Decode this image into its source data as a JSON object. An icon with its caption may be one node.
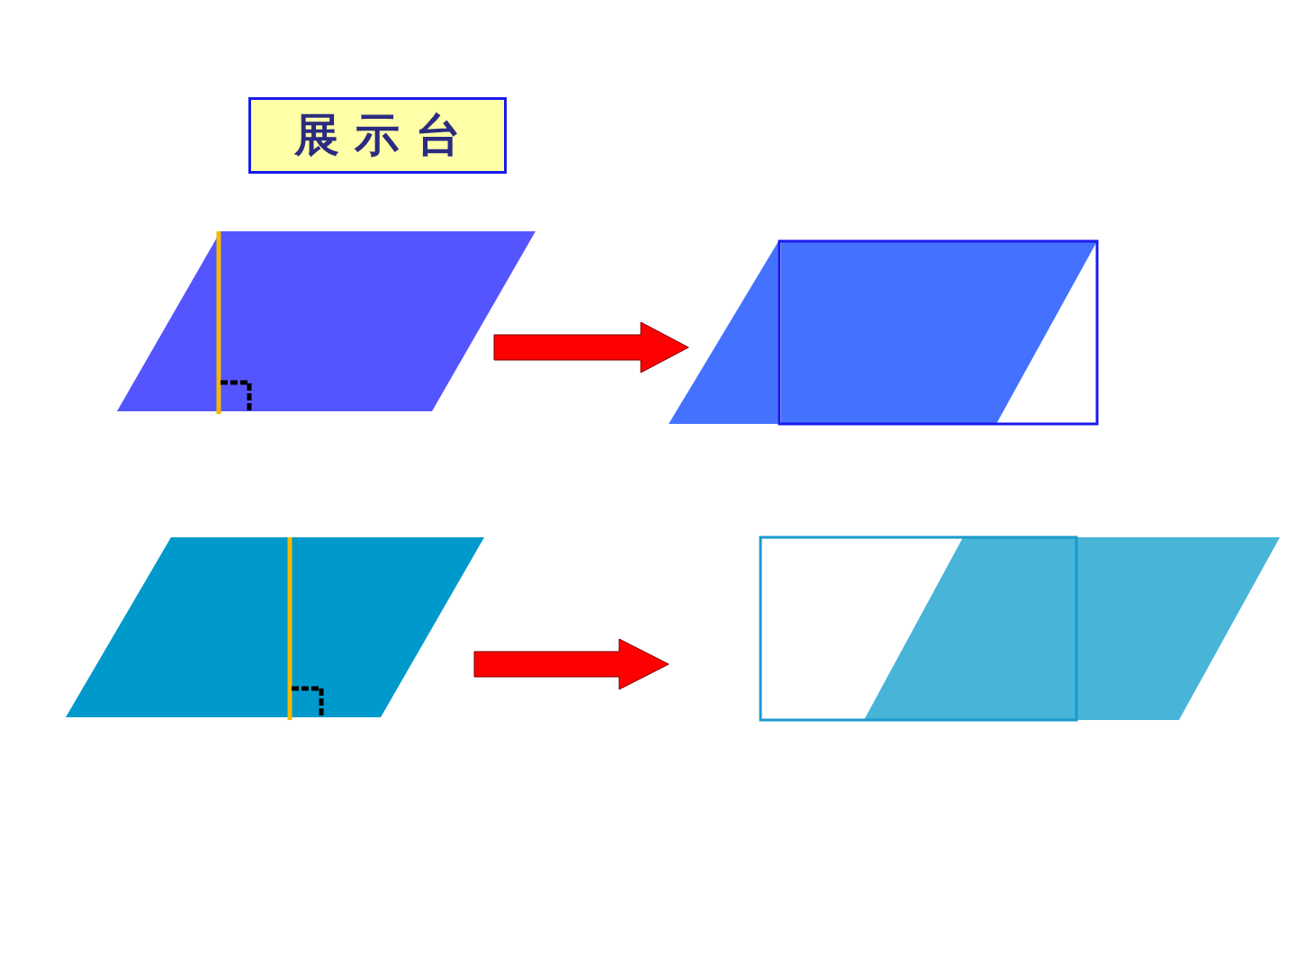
{
  "diagram": {
    "title": "展 示 台",
    "nodes": [
      {
        "text": [],
        "shape": "parallelogram"
      },
      {
        "text": [],
        "shape": "box"
      },
      {
        "text": [],
        "shape": "parallelogram"
      },
      {
        "text": [],
        "shape": "box"
      }
    ],
    "edges": [
      {
        "from": 0,
        "to": 1,
        "arrow": "to"
      },
      {
        "from": 2,
        "to": 3,
        "arrow": "to"
      }
    ]
  }
}
